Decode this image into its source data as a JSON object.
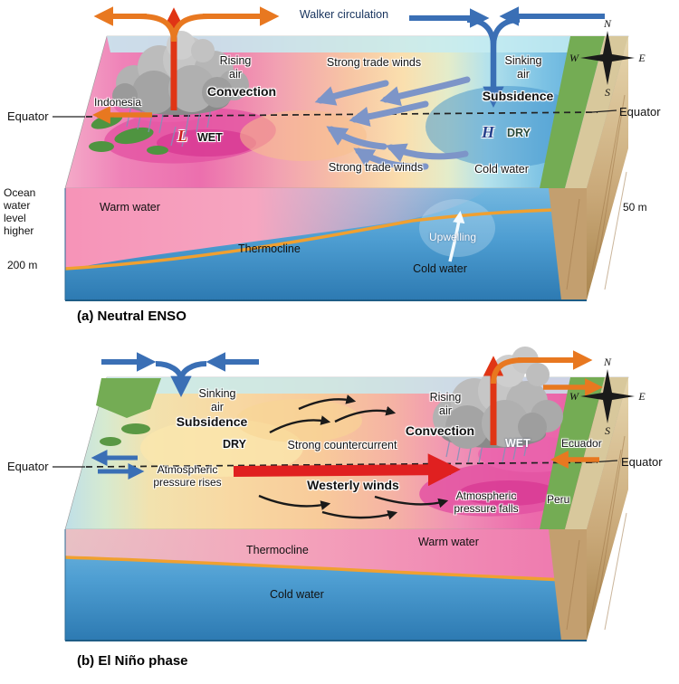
{
  "panel_a": {
    "caption": "(a) Neutral ENSO",
    "labels": {
      "walker_circulation": "Walker circulation",
      "rising_air": "Rising air",
      "convection": "Convection",
      "trade_winds_upper": "Strong trade winds",
      "trade_winds_lower": "Strong trade winds",
      "sinking_air": "Sinking air",
      "subsidence": "Subsidence",
      "indonesia": "Indonesia",
      "equator_left": "Equator",
      "equator_right": "Equator",
      "low_pressure_symbol": "L",
      "wet": "WET",
      "high_pressure_symbol": "H",
      "dry": "DRY",
      "cold_water_surface": "Cold water",
      "ocean_water_level": "Ocean water level higher",
      "depth_left": "200 m",
      "depth_right": "50 m",
      "warm_water": "Warm water",
      "thermocline": "Thermocline",
      "upwelling": "Upwelling",
      "cold_water_deep": "Cold water"
    },
    "compass": {
      "n": "N",
      "e": "E",
      "s": "S",
      "w": "W"
    }
  },
  "panel_b": {
    "caption": "(b) El Niño phase",
    "labels": {
      "sinking_air": "Sinking air",
      "subsidence": "Subsidence",
      "rising_air": "Rising air",
      "convection": "Convection",
      "dry": "DRY",
      "strong_countercurrent": "Strong countercurrent",
      "westerly_winds": "Westerly winds",
      "wet": "WET",
      "ecuador": "Ecuador",
      "equator_left": "Equator",
      "equator_right": "Equator",
      "atmospheric_pressure_rises": "Atmospheric pressure rises",
      "atmospheric_pressure_falls": "Atmospheric pressure falls",
      "peru": "Peru",
      "thermocline": "Thermocline",
      "warm_water": "Warm water",
      "cold_water": "Cold water"
    },
    "compass": {
      "n": "N",
      "e": "E",
      "s": "S",
      "w": "W"
    }
  },
  "colors": {
    "warm_water_magenta": "#ec62a8",
    "warm_water_pink": "#f4a0be",
    "cold_water_blue": "#489cd2",
    "deep_water_blue": "#2d7ab2",
    "thermocline_orange": "#f0a030",
    "warm_air_arrow_orange": "#e87820",
    "rising_column_red": "#e03515",
    "cool_air_arrow_blue": "#3a6fb5",
    "trade_wind_blue": "#7d95c8",
    "westerly_arrow_red": "#e02020",
    "land_green": "#74ac54",
    "cliff_tan": "#c9ad7f"
  }
}
